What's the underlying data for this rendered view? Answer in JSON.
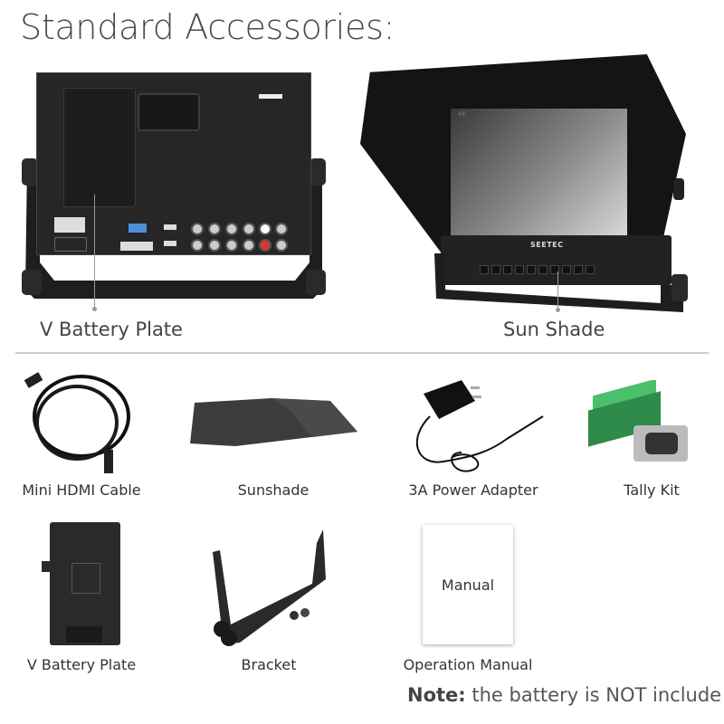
{
  "header": {
    "title": "Standard Accessories:"
  },
  "hero": {
    "rear_view": {
      "callout": "V Battery Plate"
    },
    "front_view": {
      "callout": "Sun Shade",
      "screen_badge": "4K",
      "brand": "SEETEC"
    }
  },
  "accessories": [
    {
      "label": "Mini HDMI Cable",
      "icon": "hdmi-cable-icon"
    },
    {
      "label": "Sunshade",
      "icon": "sunshade-icon"
    },
    {
      "label": "3A Power Adapter",
      "icon": "power-adapter-icon"
    },
    {
      "label": "Tally Kit",
      "icon": "tally-kit-icon"
    },
    {
      "label": "V Battery Plate",
      "icon": "battery-plate-icon"
    },
    {
      "label": "Bracket",
      "icon": "bracket-icon"
    },
    {
      "label": "Operation Manual",
      "icon": "manual-icon",
      "cover_text": "Manual"
    }
  ],
  "note": {
    "prefix": "Note:",
    "text": " the battery is NOT include"
  },
  "colors": {
    "text": "#444444",
    "divider": "#cfcfcf",
    "tally_green": "#4bbf6b"
  }
}
